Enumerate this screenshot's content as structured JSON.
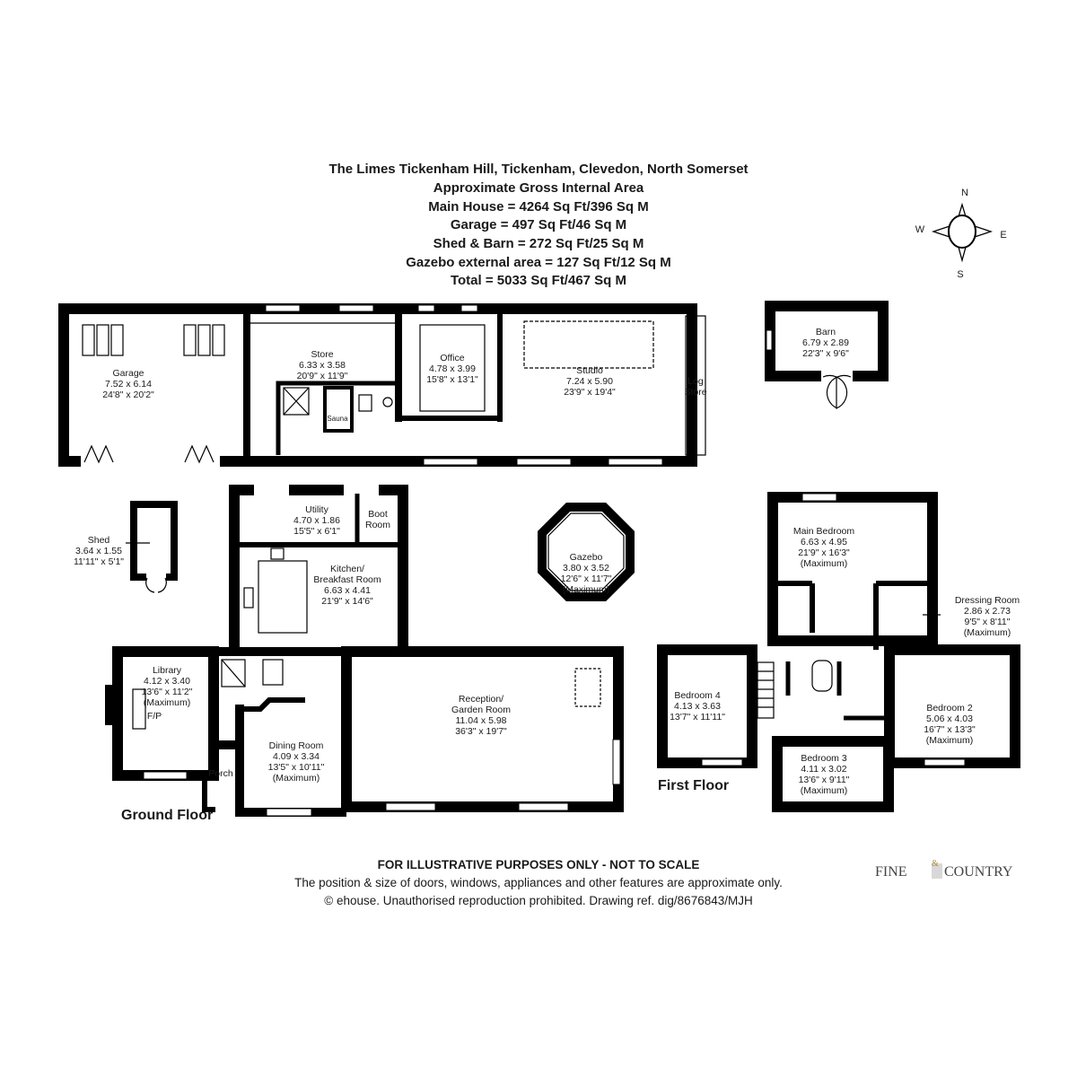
{
  "header": {
    "title": "The Limes Tickenham Hill, Tickenham, Clevedon, North Somerset",
    "subtitle": "Approximate Gross Internal Area",
    "areas": [
      "Main House = 4264 Sq Ft/396 Sq M",
      "Garage = 497 Sq Ft/46 Sq M",
      "Shed & Barn = 272 Sq Ft/25 Sq M",
      "Gazebo external area = 127 Sq Ft/12 Sq M",
      "Total = 5033 Sq Ft/467 Sq M"
    ]
  },
  "compass": {
    "n": "N",
    "e": "E",
    "s": "S",
    "w": "W"
  },
  "rooms": {
    "garage": {
      "name": "Garage",
      "metric": "7.52 x 6.14",
      "imperial": "24'8\" x 20'2\""
    },
    "store": {
      "name": "Store",
      "metric": "6.33 x 3.58",
      "imperial": "20'9\" x 11'9\""
    },
    "office": {
      "name": "Office",
      "metric": "4.78 x 3.99",
      "imperial": "15'8\" x 13'1\""
    },
    "studio": {
      "name": "Studio",
      "metric": "7.24 x 5.90",
      "imperial": "23'9\" x 19'4\""
    },
    "log_store": {
      "line1": "Log",
      "line2": "Store"
    },
    "sauna": {
      "name": "Sauna"
    },
    "barn": {
      "name": "Barn",
      "metric": "6.79 x 2.89",
      "imperial": "22'3\" x 9'6\""
    },
    "shed": {
      "name": "Shed",
      "metric": "3.64 x 1.55",
      "imperial": "11'11\" x 5'1\""
    },
    "utility": {
      "name": "Utility",
      "metric": "4.70 x 1.86",
      "imperial": "15'5\" x 6'1\""
    },
    "boot_room": {
      "line1": "Boot",
      "line2": "Room"
    },
    "kitchen": {
      "line1": "Kitchen/",
      "line2": "Breakfast Room",
      "metric": "6.63 x 4.41",
      "imperial": "21'9\" x 14'6\""
    },
    "gazebo": {
      "name": "Gazebo",
      "metric": "3.80 x 3.52",
      "imperial": "12'6\" x 11'7\"",
      "note": "(Maximum)"
    },
    "library": {
      "name": "Library",
      "metric": "4.12 x 3.40",
      "imperial": "13'6\" x 11'2\"",
      "note": "(Maximum)"
    },
    "reception": {
      "line1": "Reception/",
      "line2": "Garden Room",
      "metric": "11.04 x 5.98",
      "imperial": "36'3\" x 19'7\""
    },
    "dining": {
      "name": "Dining Room",
      "metric": "4.09 x 3.34",
      "imperial": "13'5\" x 10'11\"",
      "note": "(Maximum)"
    },
    "porch": {
      "name": "Porch"
    },
    "main_bedroom": {
      "name": "Main Bedroom",
      "metric": "6.63 x 4.95",
      "imperial": "21'9\" x 16'3\"",
      "note": "(Maximum)"
    },
    "dressing_room": {
      "name": "Dressing Room",
      "metric": "2.86 x 2.73",
      "imperial": "9'5\" x 8'11\"",
      "note": "(Maximum)"
    },
    "bedroom4": {
      "name": "Bedroom 4",
      "metric": "4.13 x 3.63",
      "imperial": "13'7\" x 11'11\""
    },
    "bedroom2": {
      "name": "Bedroom 2",
      "metric": "5.06 x 4.03",
      "imperial": "16'7\" x 13'3\"",
      "note": "(Maximum)"
    },
    "bedroom3": {
      "name": "Bedroom 3",
      "metric": "4.11 x 3.02",
      "imperial": "13'6\" x 9'11\"",
      "note": "(Maximum)"
    }
  },
  "labels": {
    "ground_floor": "Ground Floor",
    "first_floor": "First Floor",
    "fireplace": "F/P"
  },
  "footer": {
    "disclaimer": "FOR ILLUSTRATIVE PURPOSES ONLY - NOT TO SCALE",
    "note": "The position & size of doors, windows, appliances and other features are approximate only.",
    "copyright": "© ehouse. Unauthorised reproduction prohibited. Drawing ref. dig/8676843/MJH"
  },
  "logo": {
    "left": "FINE",
    "amp": "&",
    "right": "COUNTRY"
  }
}
